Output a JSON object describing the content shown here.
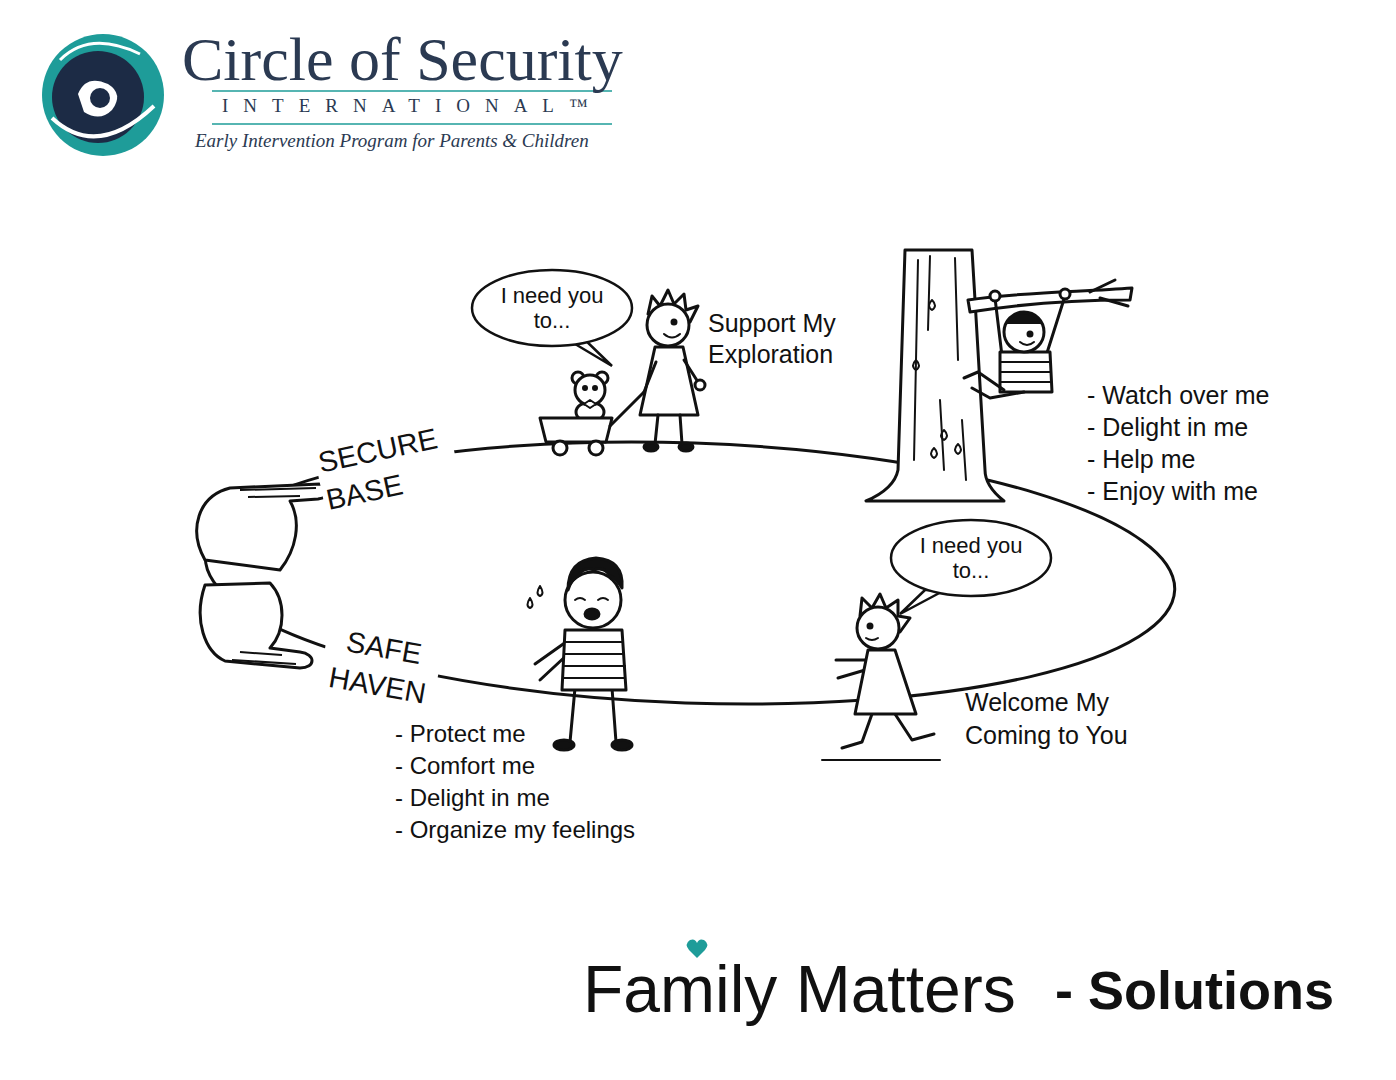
{
  "diagram": {
    "title": "Circle of Security",
    "nodes": [
      {
        "text": [
          "I need you to..."
        ]
      },
      {
        "text": [
          "I need you to..."
        ]
      }
    ],
    "labels": [
      "INTERNATIONAL™",
      "Early Intervention Program for Parents & Children",
      "Support My Exploration",
      "SECURE BASE",
      "- Watch over me",
      "- Delight in me",
      "- Help me",
      "- Enjoy with me",
      "SAFE HAVEN",
      "Welcome My Coming to You",
      "- Protect me",
      "- Comfort me",
      "- Delight in me",
      "- Organize my feelings",
      "Family Matters",
      "- Solutions"
    ]
  }
}
